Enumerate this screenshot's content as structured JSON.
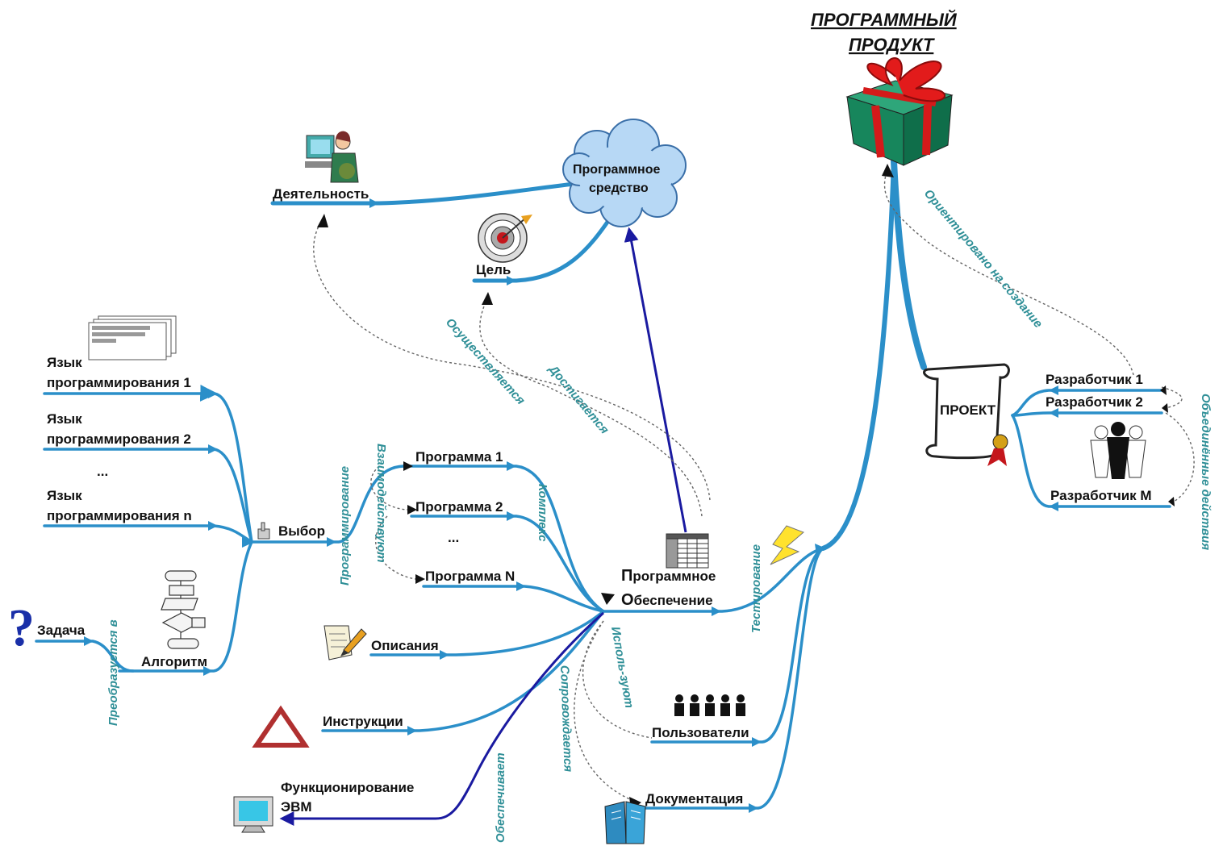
{
  "title_line1": "ПРОГРАММНЫЙ",
  "title_line2": "ПРОДУКТ",
  "nodes": {
    "activity": "Деятельность",
    "cloud_line1": "Программное",
    "cloud_line2": "средство",
    "goal": "Цель",
    "lang1_line1": "Язык",
    "lang1_line2": "программирования 1",
    "lang2_line1": "Язык",
    "lang2_line2": "программирования 2",
    "lang_ellipsis": "...",
    "langn_line1": "Язык",
    "langn_line2": "программирования n",
    "choice": "Выбор",
    "task": "Задача",
    "algorithm": "Алгоритм",
    "program1": "Программа 1",
    "program2": "Программа 2",
    "program_ellipsis": "...",
    "programN": "Программа N",
    "software_line1_initial": "П",
    "software_line1_rest": "рограммное",
    "software_line2_initial": "О",
    "software_line2_rest": "беспечение",
    "descriptions": "Описания",
    "instructions": "Инструкции",
    "computer_line1": "Функционирование",
    "computer_line2": "ЭВМ",
    "users": "Пользователи",
    "documentation": "Документация",
    "project": "ПРОЕКТ",
    "dev1": "Разработчик 1",
    "dev2": "Разработчик 2",
    "devM": "Разработчик М"
  },
  "relations": {
    "transforms": "Преобразуется в",
    "programming": "Программирование",
    "interact": "Взаимодействуют",
    "complex": "Комплекс",
    "implemented": "Осуществляется",
    "achieved": "Достигается",
    "use": "Исполь-зуют",
    "accompanied": "Сопровождается",
    "provides": "Обеспечивает",
    "testing": "Тестирование",
    "oriented": "Ориентировано на создание",
    "joint": "Объединённые действия"
  },
  "colors": {
    "branch": "#2b8fc9",
    "relation_text": "#2f8f97",
    "dark_arrow": "#1a1aa0",
    "dotted": "#555555"
  },
  "icons": [
    "question-icon",
    "flowchart-icon",
    "screen-doc-icon",
    "woman-computer-icon",
    "cloud-shape",
    "target-icon",
    "gift-icon",
    "scroll-icon",
    "people-group-icon",
    "spreadsheet-icon",
    "pencil-doc-icon",
    "warning-triangle-icon",
    "monitor-icon",
    "book-icon",
    "lightning-icon",
    "developers-icon",
    "hand-icon"
  ]
}
